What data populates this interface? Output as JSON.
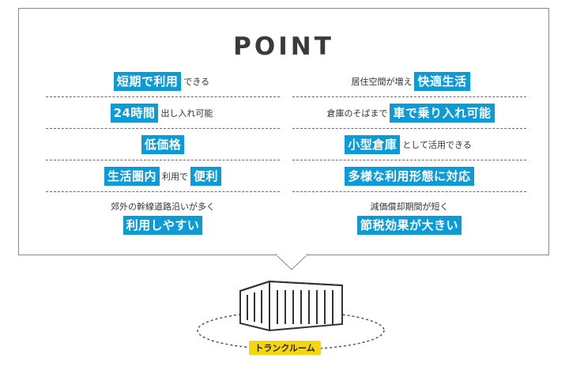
{
  "title": "POINT",
  "left": [
    {
      "parts": [
        {
          "t": "短期で利用",
          "hl": true
        },
        {
          "t": "できる",
          "hl": false
        }
      ]
    },
    {
      "parts": [
        {
          "t": "24時間",
          "hl": true
        },
        {
          "t": "出し入れ可能",
          "hl": false
        }
      ]
    },
    {
      "parts": [
        {
          "t": "低価格",
          "hl": true
        }
      ]
    },
    {
      "parts": [
        {
          "t": "生活圏内",
          "hl": true
        },
        {
          "t": "利用で",
          "hl": false
        },
        {
          "t": "便利",
          "hl": true
        }
      ]
    },
    {
      "sub": "郊外の幹線道路沿いが多く",
      "main": "利用しやすい"
    }
  ],
  "right": [
    {
      "parts": [
        {
          "t": "居住空間が増え",
          "hl": false
        },
        {
          "t": "快適生活",
          "hl": true
        }
      ]
    },
    {
      "parts": [
        {
          "t": "倉庫のそばまで",
          "hl": false
        },
        {
          "t": "車で乗り入れ可能",
          "hl": true
        }
      ]
    },
    {
      "parts": [
        {
          "t": "小型倉庫",
          "hl": true
        },
        {
          "t": "として活用できる",
          "hl": false
        }
      ]
    },
    {
      "parts": [
        {
          "t": "多様な利用形態に対応",
          "hl": true
        }
      ]
    },
    {
      "sub": "減価償却期間が短く",
      "main": "節税効果が大きい"
    }
  ],
  "badge": "トランクルーム",
  "colors": {
    "accent": "#0d9bd8",
    "badge": "#f5d60c",
    "border": "#8a8a8a"
  }
}
